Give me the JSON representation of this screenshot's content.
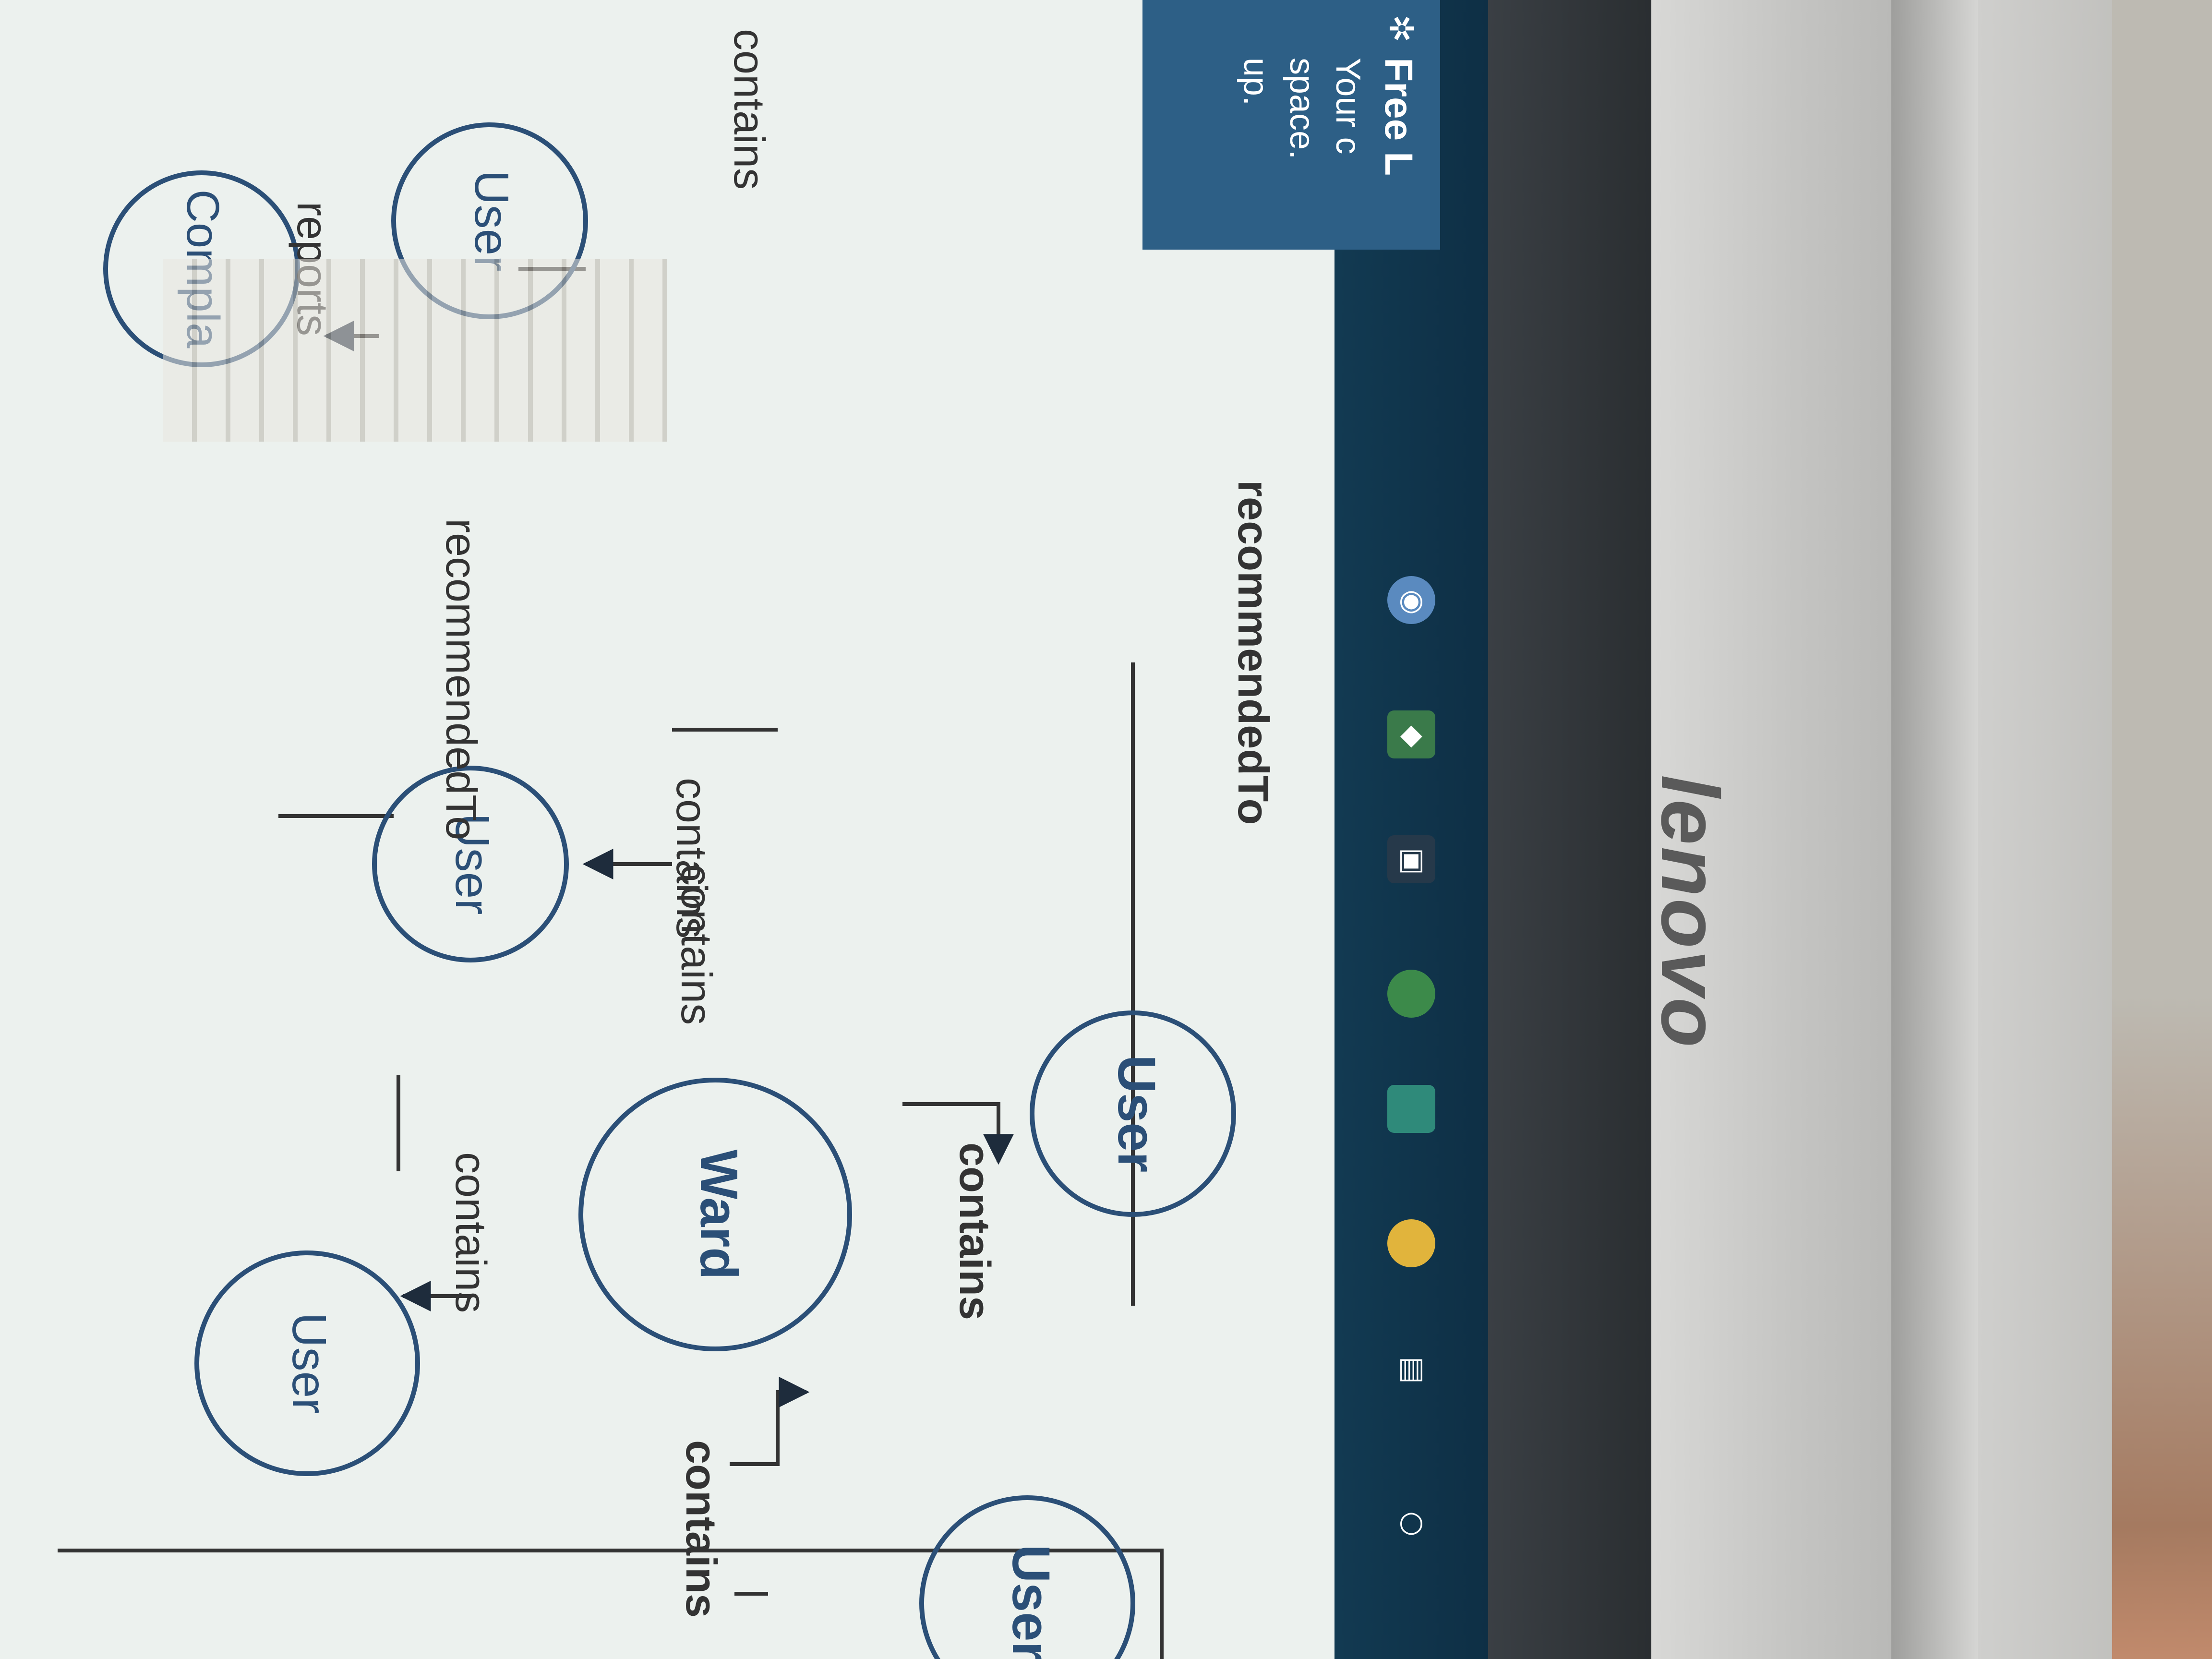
{
  "diagram": {
    "nodes": [
      {
        "id": "ward",
        "label": "Ward"
      },
      {
        "id": "user-top",
        "label": "User"
      },
      {
        "id": "user-left",
        "label": "User"
      },
      {
        "id": "user-bottom-left",
        "label": "User"
      },
      {
        "id": "user-center",
        "label": "User"
      },
      {
        "id": "user-right",
        "label": "User"
      },
      {
        "id": "complaint",
        "label": "Compla"
      }
    ],
    "edges": {
      "recommended_top": "recommendedTo",
      "contains_top": "contains",
      "contains_left": "contains",
      "contains_ward_right": "contains",
      "contains_center_in": "contains",
      "contains_bottom": "contains",
      "recommended_center": "recommendedTo",
      "contains_right": "contains",
      "reports": "reports"
    }
  },
  "toast": {
    "title": "Free L",
    "line1": "Your c",
    "line2": "space.",
    "line3": "up."
  },
  "brand": "lenovo",
  "colors": {
    "screen_bg": "#ecf1ee",
    "node_stroke": "#2b4f77",
    "toast_bg": "#2d5f86",
    "taskbar_bg": "#123a52"
  }
}
